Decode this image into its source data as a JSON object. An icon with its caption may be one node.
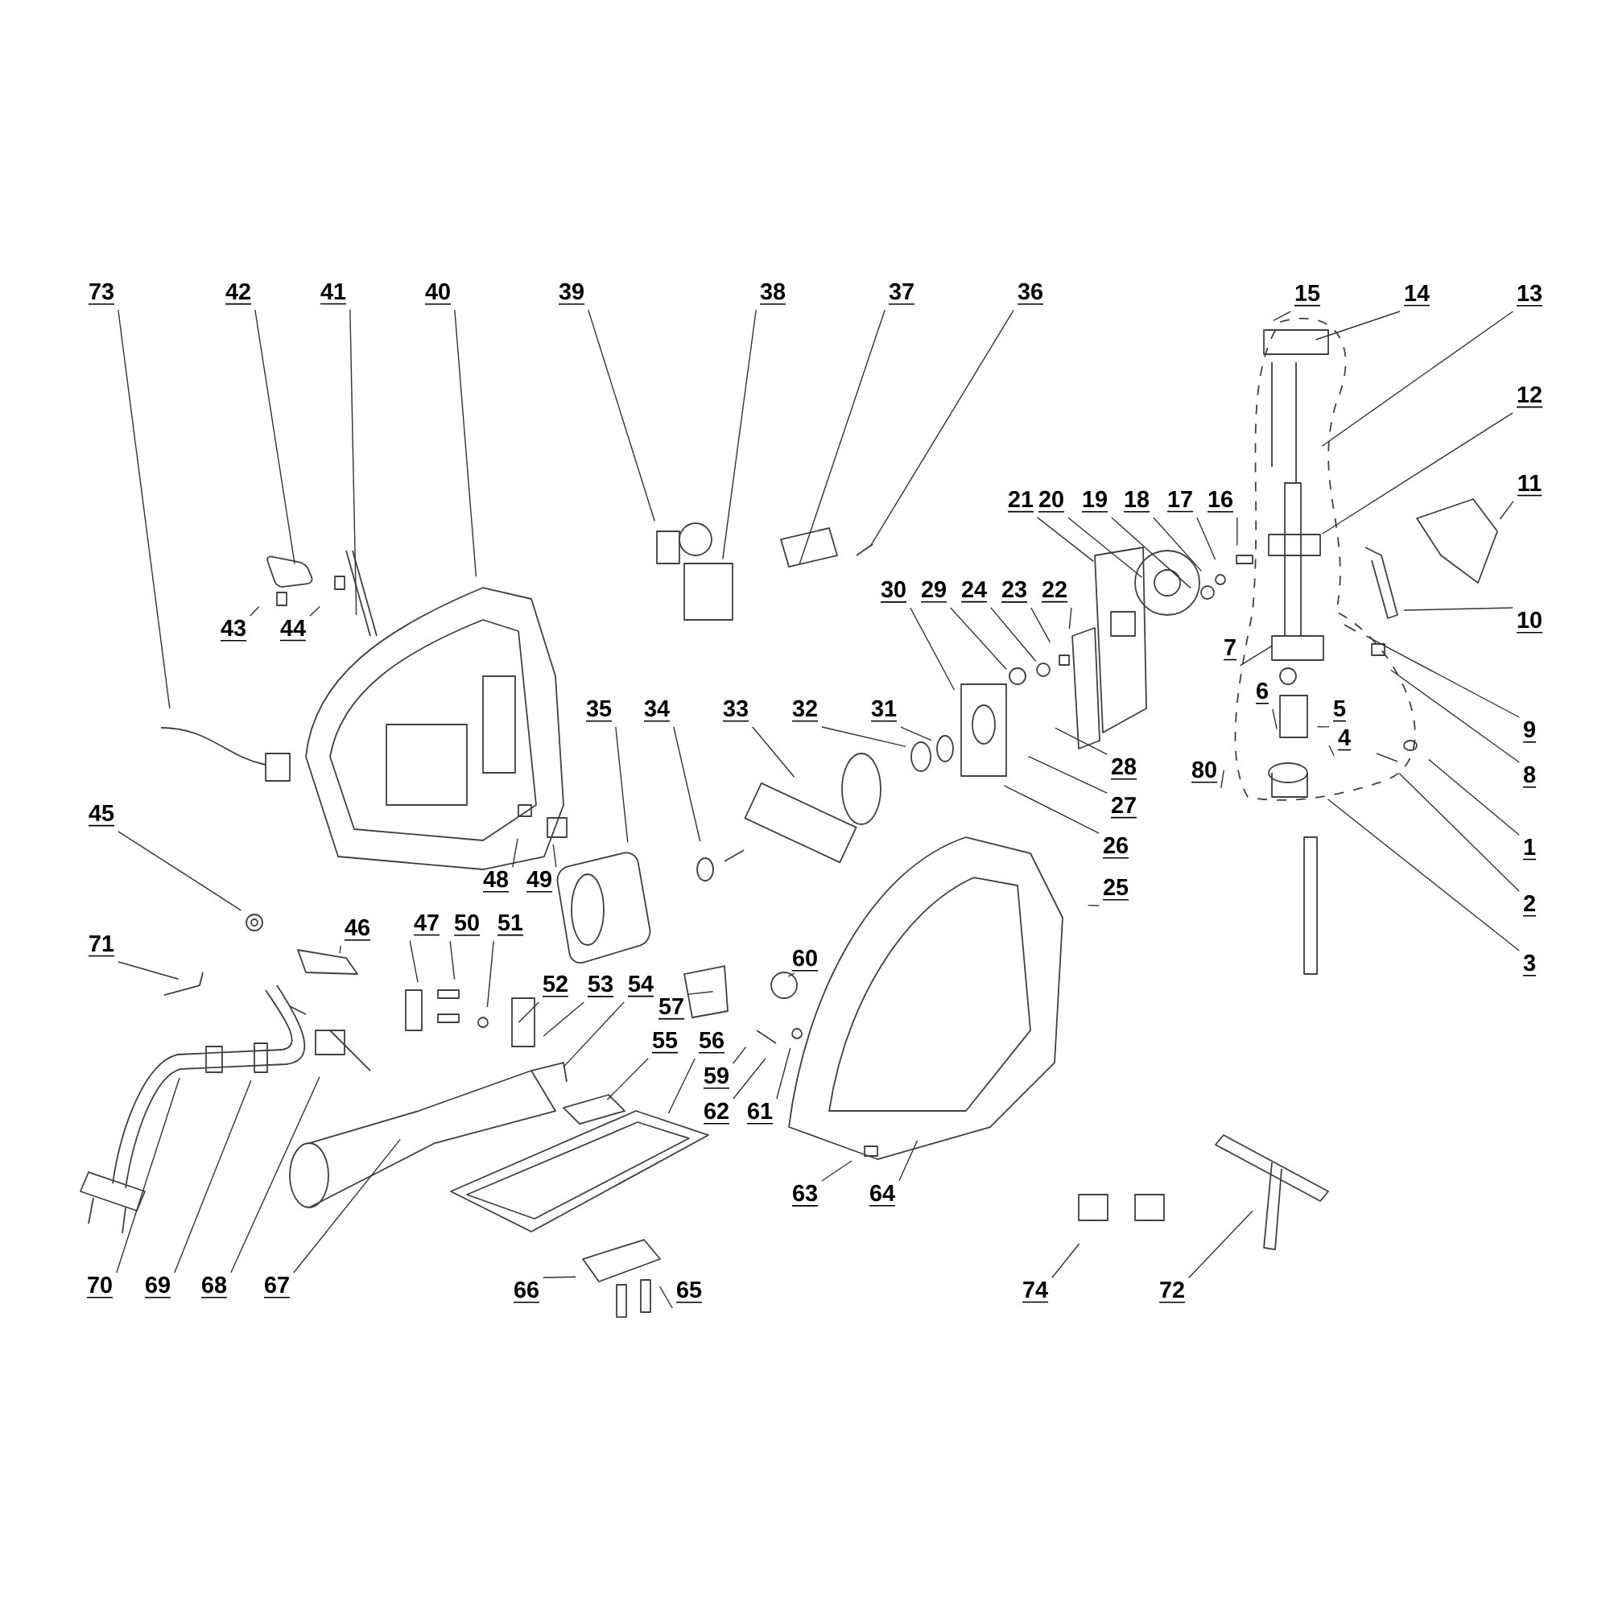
{
  "diagram": {
    "nodes": [
      {
        "text": [
          "73"
        ]
      },
      {
        "text": [
          "42"
        ]
      },
      {
        "text": [
          "41"
        ]
      },
      {
        "text": [
          "40"
        ]
      },
      {
        "text": [
          "39"
        ]
      },
      {
        "text": [
          "38"
        ]
      },
      {
        "text": [
          "37"
        ]
      },
      {
        "text": [
          "36"
        ]
      },
      {
        "text": [
          "15"
        ]
      },
      {
        "text": [
          "14"
        ]
      },
      {
        "text": [
          "13"
        ]
      },
      {
        "text": [
          "12"
        ]
      },
      {
        "text": [
          "21"
        ]
      },
      {
        "text": [
          "20"
        ]
      },
      {
        "text": [
          "19"
        ]
      },
      {
        "text": [
          "18"
        ]
      },
      {
        "text": [
          "17"
        ]
      },
      {
        "text": [
          "16"
        ]
      },
      {
        "text": [
          "11"
        ]
      },
      {
        "text": [
          "30"
        ]
      },
      {
        "text": [
          "29"
        ]
      },
      {
        "text": [
          "24"
        ]
      },
      {
        "text": [
          "23"
        ]
      },
      {
        "text": [
          "22"
        ]
      },
      {
        "text": [
          "10"
        ]
      },
      {
        "text": [
          "43"
        ]
      },
      {
        "text": [
          "44"
        ]
      },
      {
        "text": [
          "7"
        ]
      },
      {
        "text": [
          "6"
        ]
      },
      {
        "text": [
          "5"
        ]
      },
      {
        "text": [
          "35"
        ]
      },
      {
        "text": [
          "34"
        ]
      },
      {
        "text": [
          "33"
        ]
      },
      {
        "text": [
          "32"
        ]
      },
      {
        "text": [
          "31"
        ]
      },
      {
        "text": [
          "9"
        ]
      },
      {
        "text": [
          "4"
        ]
      },
      {
        "text": [
          "28"
        ]
      },
      {
        "text": [
          "80"
        ]
      },
      {
        "text": [
          "8"
        ]
      },
      {
        "text": [
          "27"
        ]
      },
      {
        "text": [
          "45"
        ]
      },
      {
        "text": [
          "26"
        ]
      },
      {
        "text": [
          "1"
        ]
      },
      {
        "text": [
          "48"
        ]
      },
      {
        "text": [
          "49"
        ]
      },
      {
        "text": [
          "25"
        ]
      },
      {
        "text": [
          "2"
        ]
      },
      {
        "text": [
          "46"
        ]
      },
      {
        "text": [
          "47"
        ]
      },
      {
        "text": [
          "50"
        ]
      },
      {
        "text": [
          "51"
        ]
      },
      {
        "text": [
          "71"
        ]
      },
      {
        "text": [
          "60"
        ]
      },
      {
        "text": [
          "3"
        ]
      },
      {
        "text": [
          "52"
        ]
      },
      {
        "text": [
          "53"
        ]
      },
      {
        "text": [
          "54"
        ]
      },
      {
        "text": [
          "57"
        ]
      },
      {
        "text": [
          "55"
        ]
      },
      {
        "text": [
          "56"
        ]
      },
      {
        "text": [
          "59"
        ]
      },
      {
        "text": [
          "62"
        ]
      },
      {
        "text": [
          "61"
        ]
      },
      {
        "text": [
          "63"
        ]
      },
      {
        "text": [
          "64"
        ]
      },
      {
        "text": [
          "70"
        ]
      },
      {
        "text": [
          "69"
        ]
      },
      {
        "text": [
          "68"
        ]
      },
      {
        "text": [
          "67"
        ]
      },
      {
        "text": [
          "66"
        ]
      },
      {
        "text": [
          "65"
        ]
      },
      {
        "text": [
          "74"
        ]
      },
      {
        "text": [
          "72"
        ]
      }
    ],
    "edges": [
      {
        "from": 0,
        "to": null,
        "arrow": "none"
      },
      {
        "from": 1,
        "to": null,
        "arrow": "none"
      },
      {
        "from": 2,
        "to": null,
        "arrow": "none"
      },
      {
        "from": 3,
        "to": null,
        "arrow": "none"
      },
      {
        "from": 4,
        "to": null,
        "arrow": "none"
      },
      {
        "from": 5,
        "to": null,
        "arrow": "none"
      },
      {
        "from": 6,
        "to": null,
        "arrow": "none"
      },
      {
        "from": 7,
        "to": null,
        "arrow": "none"
      },
      {
        "from": 8,
        "to": null,
        "arrow": "none"
      },
      {
        "from": 9,
        "to": null,
        "arrow": "none"
      },
      {
        "from": 10,
        "to": null,
        "arrow": "none"
      },
      {
        "from": 11,
        "to": null,
        "arrow": "none"
      },
      {
        "from": 12,
        "to": null,
        "arrow": "none"
      },
      {
        "from": 13,
        "to": null,
        "arrow": "none"
      },
      {
        "from": 14,
        "to": null,
        "arrow": "none"
      },
      {
        "from": 15,
        "to": null,
        "arrow": "none"
      },
      {
        "from": 16,
        "to": null,
        "arrow": "none"
      },
      {
        "from": 17,
        "to": null,
        "arrow": "none"
      },
      {
        "from": 18,
        "to": null,
        "arrow": "none"
      },
      {
        "from": 19,
        "to": null,
        "arrow": "none"
      },
      {
        "from": 20,
        "to": null,
        "arrow": "none"
      },
      {
        "from": 21,
        "to": null,
        "arrow": "none"
      },
      {
        "from": 22,
        "to": null,
        "arrow": "none"
      },
      {
        "from": 23,
        "to": null,
        "arrow": "none"
      },
      {
        "from": 24,
        "to": null,
        "arrow": "none"
      },
      {
        "from": 25,
        "to": null,
        "arrow": "none"
      },
      {
        "from": 26,
        "to": null,
        "arrow": "none"
      },
      {
        "from": 27,
        "to": null,
        "arrow": "none"
      },
      {
        "from": 28,
        "to": null,
        "arrow": "none"
      },
      {
        "from": 29,
        "to": null,
        "arrow": "none"
      },
      {
        "from": 30,
        "to": null,
        "arrow": "none"
      },
      {
        "from": 31,
        "to": null,
        "arrow": "none"
      },
      {
        "from": 32,
        "to": null,
        "arrow": "none"
      },
      {
        "from": 33,
        "to": null,
        "arrow": "none"
      },
      {
        "from": 34,
        "to": null,
        "arrow": "none"
      },
      {
        "from": 35,
        "to": null,
        "arrow": "none"
      },
      {
        "from": 36,
        "to": null,
        "arrow": "none"
      },
      {
        "from": 37,
        "to": null,
        "arrow": "none"
      },
      {
        "from": 38,
        "to": null,
        "arrow": "none"
      },
      {
        "from": 39,
        "to": null,
        "arrow": "none"
      },
      {
        "from": 40,
        "to": null,
        "arrow": "none"
      },
      {
        "from": 41,
        "to": null,
        "arrow": "none"
      },
      {
        "from": 42,
        "to": null,
        "arrow": "none"
      },
      {
        "from": 43,
        "to": null,
        "arrow": "none"
      },
      {
        "from": 44,
        "to": null,
        "arrow": "none"
      },
      {
        "from": 45,
        "to": null,
        "arrow": "none"
      },
      {
        "from": 46,
        "to": null,
        "arrow": "none"
      },
      {
        "from": 47,
        "to": null,
        "arrow": "none"
      },
      {
        "from": 48,
        "to": null,
        "arrow": "none"
      },
      {
        "from": 49,
        "to": null,
        "arrow": "none"
      },
      {
        "from": 50,
        "to": null,
        "arrow": "none"
      },
      {
        "from": 51,
        "to": null,
        "arrow": "none"
      },
      {
        "from": 52,
        "to": null,
        "arrow": "none"
      },
      {
        "from": 53,
        "to": null,
        "arrow": "none"
      },
      {
        "from": 54,
        "to": null,
        "arrow": "none"
      },
      {
        "from": 55,
        "to": null,
        "arrow": "none"
      },
      {
        "from": 56,
        "to": null,
        "arrow": "none"
      },
      {
        "from": 57,
        "to": null,
        "arrow": "none"
      },
      {
        "from": 58,
        "to": null,
        "arrow": "none"
      },
      {
        "from": 59,
        "to": null,
        "arrow": "none"
      },
      {
        "from": 60,
        "to": null,
        "arrow": "none"
      },
      {
        "from": 61,
        "to": null,
        "arrow": "none"
      },
      {
        "from": 62,
        "to": null,
        "arrow": "none"
      },
      {
        "from": 63,
        "to": null,
        "arrow": "none"
      },
      {
        "from": 64,
        "to": null,
        "arrow": "none"
      },
      {
        "from": 65,
        "to": null,
        "arrow": "none"
      },
      {
        "from": 66,
        "to": null,
        "arrow": "none"
      },
      {
        "from": 67,
        "to": null,
        "arrow": "none"
      },
      {
        "from": 68,
        "to": null,
        "arrow": "none"
      },
      {
        "from": 69,
        "to": null,
        "arrow": "none"
      },
      {
        "from": 70,
        "to": null,
        "arrow": "none"
      },
      {
        "from": 71,
        "to": null,
        "arrow": "none"
      },
      {
        "from": 72,
        "to": null,
        "arrow": "none"
      },
      {
        "from": 73,
        "to": null,
        "arrow": "none"
      }
    ]
  }
}
